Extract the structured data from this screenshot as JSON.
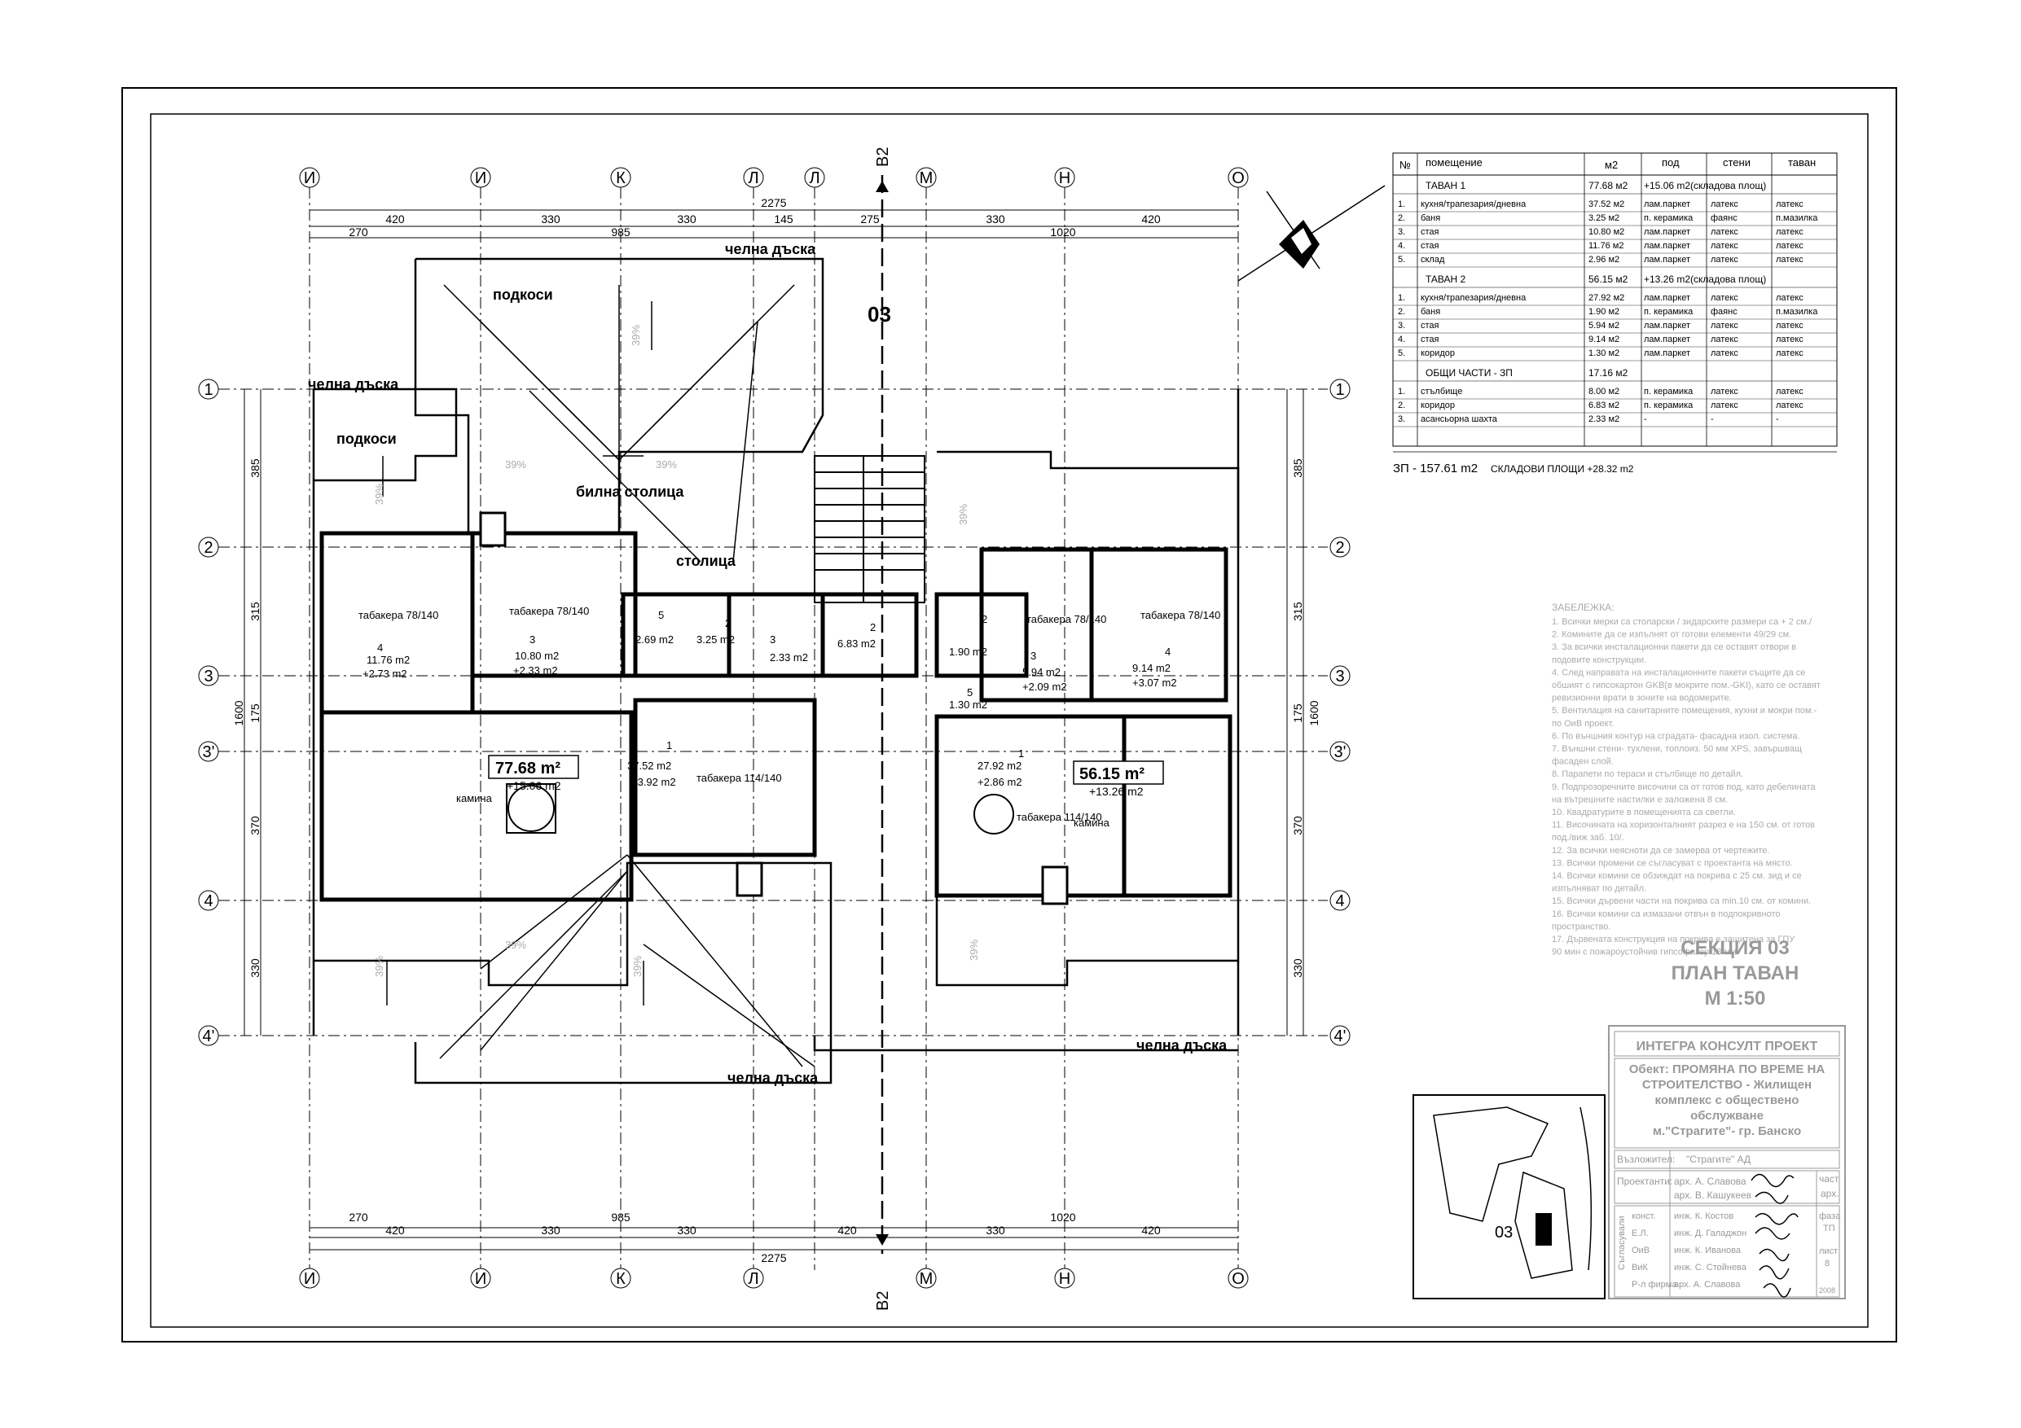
{
  "section_label": "03",
  "section_cut": "B2",
  "axes_top": [
    "И",
    "И",
    "К",
    "Л",
    "Л",
    "М",
    "Н",
    "О"
  ],
  "axes_side": [
    "1",
    "2",
    "3",
    "3'",
    "4",
    "4'"
  ],
  "dims_top_row1": [
    "420",
    "330",
    "330",
    "145",
    "275",
    "330",
    "420"
  ],
  "dims_top_total": "2275",
  "dims_top_row2": [
    "270",
    "985",
    "1020"
  ],
  "dims_bottom_row1": [
    "420",
    "330",
    "330",
    "420",
    "330",
    "420"
  ],
  "dims_bottom_total": "2275",
  "dims_bottom_row2": [
    "270",
    "985",
    "1020"
  ],
  "dims_left": [
    "385",
    "315",
    "175",
    "370",
    "330"
  ],
  "dims_left_total": "1600",
  "dims_right": [
    "385",
    "315",
    "175",
    "370",
    "330"
  ],
  "dims_right_total": "1600",
  "labels": {
    "chelna_1": "челна дъска",
    "chelna_2": "челна дъска",
    "chelna_3": "челна дъска",
    "chelna_4": "челна дъска",
    "podkosi_1": "подкоси",
    "podkosi_2": "подкоси",
    "bilna": "билна столица",
    "stolica": "столица",
    "kamina_1": "камина",
    "kamina_2": "камина",
    "slope": "39%"
  },
  "apartments": [
    {
      "area": "77.68 m²",
      "storage": "+15.06 m2"
    },
    {
      "area": "56.15 m²",
      "storage": "+13.26 m2"
    }
  ],
  "rooms": [
    {
      "num": "4",
      "area": "11.76 m2",
      "extra": "+2.73 m2",
      "win": "табакера 78/140"
    },
    {
      "num": "3",
      "area": "10.80 m2",
      "extra": "+2.33 m2",
      "win": "табакера 78/140"
    },
    {
      "num": "5",
      "area": "2.69 m2"
    },
    {
      "num": "2",
      "area": "3.25 m2"
    },
    {
      "num": "3",
      "area": "2.33 m2"
    },
    {
      "num": "2",
      "area": "6.83 m2"
    },
    {
      "num": "2",
      "area": "1.90 m2"
    },
    {
      "num": "3",
      "area": "5.94 m2",
      "extra": "+2.09 m2",
      "win": "табакера 78/140"
    },
    {
      "num": "4",
      "area": "9.14 m2",
      "extra": "+3.07 m2",
      "win": "табакера 78/140"
    },
    {
      "num": "5",
      "area": "1.30 m2"
    },
    {
      "num": "1",
      "area": "37.52 m2",
      "extra": "+3.92 m2",
      "win": "табакера 114/140"
    },
    {
      "num": "1",
      "area": "27.92 m2",
      "extra": "+2.86 m2",
      "win": "табакера 114/140"
    }
  ],
  "schedule": {
    "headers": [
      "№",
      "помещение",
      "м2",
      "под",
      "стени",
      "таван"
    ],
    "groups": [
      {
        "title": "ТАВАН 1",
        "area": "77.68 м2",
        "note": "+15.06 m2(складова площ)",
        "rows": [
          [
            "1.",
            "кухня/трапезария/дневна",
            "37.52 м2",
            "лам.паркет",
            "латекс",
            "латекс"
          ],
          [
            "2.",
            "баня",
            "3.25 м2",
            "п. керамика",
            "фаянс",
            "п.мазилка"
          ],
          [
            "3.",
            "стая",
            "10.80 м2",
            "лам.паркет",
            "латекс",
            "латекс"
          ],
          [
            "4.",
            "стая",
            "11.76 м2",
            "лам.паркет",
            "латекс",
            "латекс"
          ],
          [
            "5.",
            "склад",
            "2.96 м2",
            "лам.паркет",
            "латекс",
            "латекс"
          ]
        ]
      },
      {
        "title": "ТАВАН 2",
        "area": "56.15 м2",
        "note": "+13.26 m2(складова площ)",
        "rows": [
          [
            "1.",
            "кухня/трапезария/дневна",
            "27.92 м2",
            "лам.паркет",
            "латекс",
            "латекс"
          ],
          [
            "2.",
            "баня",
            "1.90 м2",
            "п. керамика",
            "фаянс",
            "п.мазилка"
          ],
          [
            "3.",
            "стая",
            "5.94 м2",
            "лам.паркет",
            "латекс",
            "латекс"
          ],
          [
            "4.",
            "стая",
            "9.14 м2",
            "лам.паркет",
            "латекс",
            "латекс"
          ],
          [
            "5.",
            "коридор",
            "1.30 м2",
            "лам.паркет",
            "латекс",
            "латекс"
          ]
        ]
      },
      {
        "title": "ОБЩИ ЧАСТИ - ЗП",
        "area": "17.16 м2",
        "note": "",
        "rows": [
          [
            "1.",
            "стълбище",
            "8.00 м2",
            "п. керамика",
            "латекс",
            "латекс"
          ],
          [
            "2.",
            "коридор",
            "6.83 м2",
            "п. керамика",
            "латекс",
            "латекс"
          ],
          [
            "3.",
            "асансьорна шахта",
            "2.33 м2",
            "-",
            "-",
            "-"
          ]
        ]
      }
    ],
    "total": "ЗП - 157.61 m2",
    "total_storage": "СКЛАДОВИ ПЛОЩИ  +28.32 m2"
  },
  "notes_title": "ЗАБЕЛЕЖКА:",
  "notes": [
    "1. Всички мерки са столарски / зидарските размери  са + 2 см./",
    "2. Комините да се изпълнят от готови елементи 49/29 см.",
    "3. За всички инсталационни пакети да се оставят отвори в",
    "подовите конструкции.",
    "4. След направата на инсталационните пакети същите да се",
    "обшият с гипсокартон GKB(в мокрите пом.-GKI), като се оставят",
    "ревизионни врати в зоните на водомерите.",
    "5.  Вентилация на санитарните помещения, кухни и мокри пом.-",
    "по ОиВ проект.",
    "6. По външния контур на сградата- фасадна изол. система.",
    "7. Външни стени- тухлени, топлоиз. 50 мм XPS, завършващ",
    "фасаден слой.",
    "8. Парапети по тераси и стълбище по детайл.",
    "9. Подпрозоречните височини са от готов под, като дебелината",
    "на вътрешните настилки е заложена 8 см.",
    "10. Квадратурите в помещенията са светли.",
    "11. Височината на хоризонталният разрез е на 150 см. от готов",
    "под./виж заб. 10/.",
    "12. За всички неясноти да се замерва от чертежите.",
    "13. Всички промени се съгласуват с проектанта на място.",
    "14. Всички комини се обзиждат на покрива с 25 см. зид и се",
    "изпълняват по детайл.",
    "15. Всички дървени части на покрива са min.10 см. от комини.",
    "16. Всички комини са измазани отвън в подпокривното",
    "пространство.",
    "17. Дървената конструкция на покрива е защитена за ГПУ",
    "90 мин с пожароустойчив гипсофазер 18 мм."
  ],
  "sheet_title": [
    "СЕКЦИЯ 03",
    "ПЛАН ТАВАН",
    "М 1:50"
  ],
  "title_block": {
    "company": "ИНТЕГРА КОНСУЛТ ПРОЕКТ",
    "object": [
      "Обект: ПРОМЯНА ПО ВРЕМЕ НА",
      "СТРОИТЕЛСТВО - Жилищен",
      "комплекс с обществено",
      "обслужване",
      "м.\"Страгите\"- гр. Банско"
    ],
    "client_label": "Възложител:",
    "client": "\"Страгите\" АД",
    "designers_label": "Проектанти:",
    "designers": [
      "арх. А. Славова",
      "арх. В. Кашукеев"
    ],
    "stage_label": "част",
    "stage": "арх.",
    "rows": [
      [
        "конст.",
        "инж. К. Костов"
      ],
      [
        "Е.Л.",
        "инж. Д. Галаджон"
      ],
      [
        "ОиВ",
        "инж. К. Иванова"
      ],
      [
        "ВиК",
        "инж. С. Стойнева"
      ],
      [
        "Р-л фирма",
        "арх. А. Славова"
      ]
    ],
    "phase_label": "фаза",
    "phase": "ТП",
    "sheet_label": "лист",
    "sheet": "8",
    "year": "2008",
    "side_label": "Съгласували"
  },
  "keyplan_label": "03"
}
